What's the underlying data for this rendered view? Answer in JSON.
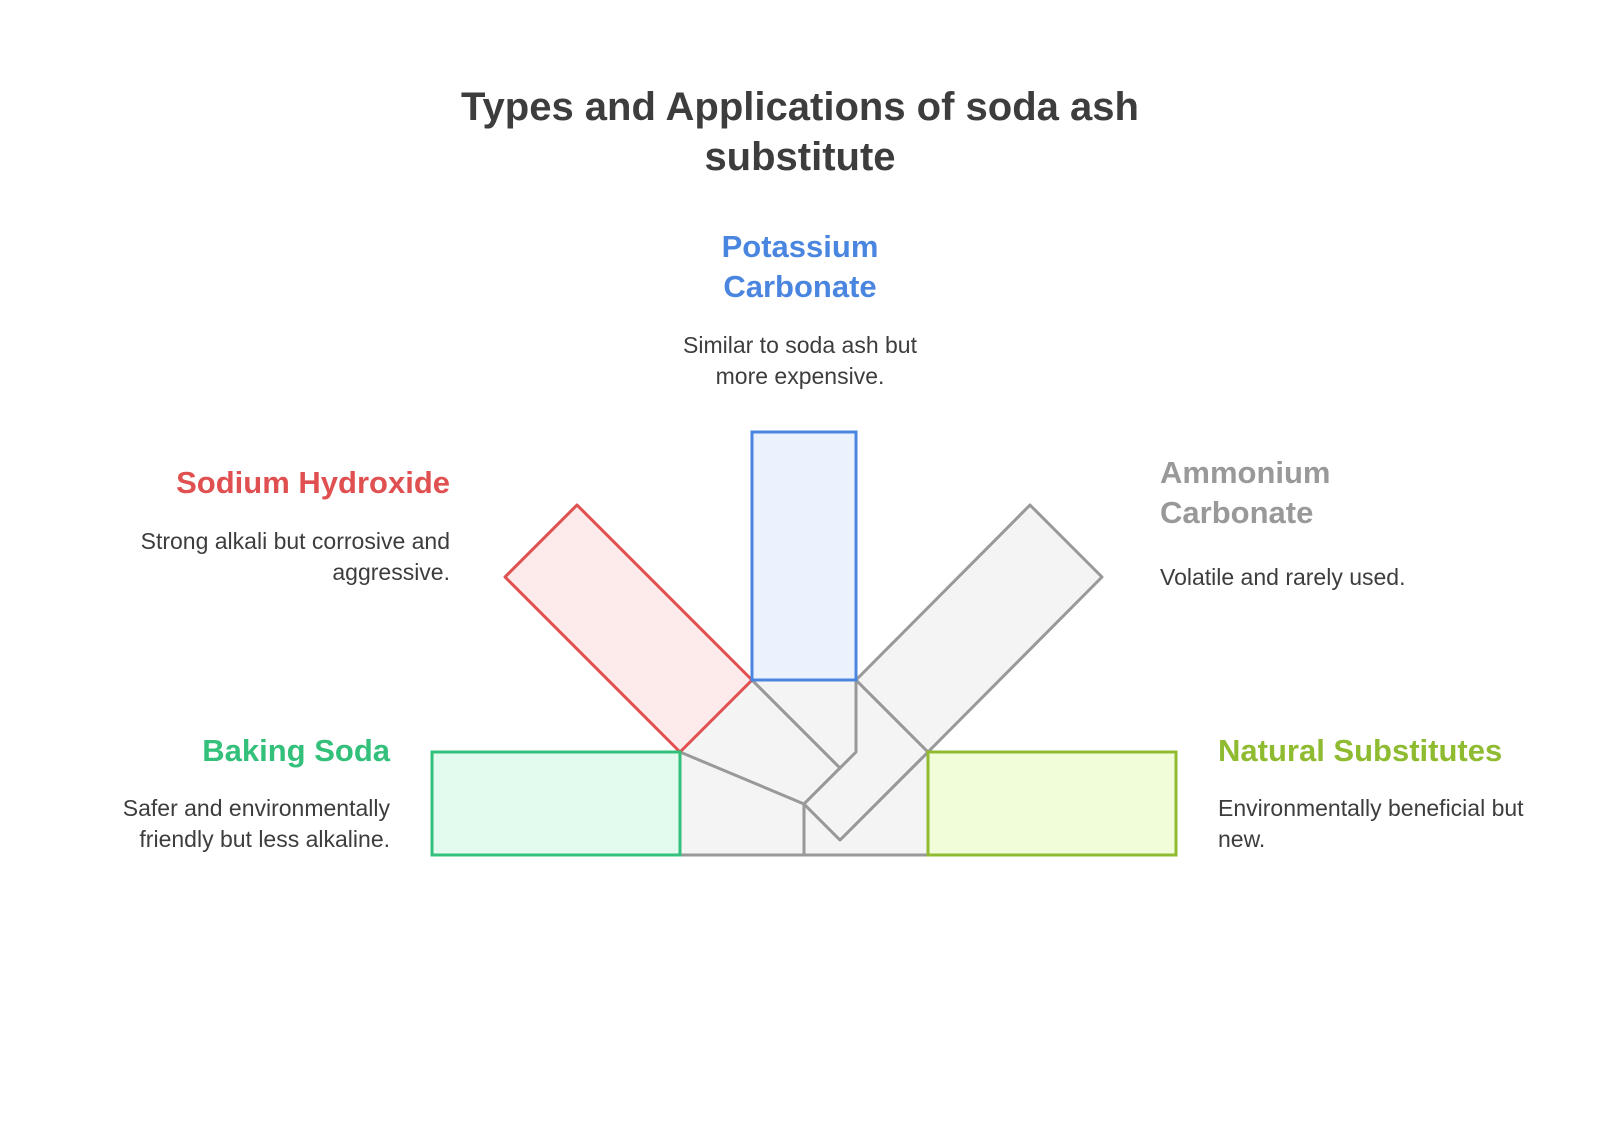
{
  "title": "Types and Applications of soda ash substitute",
  "colors": {
    "text_dark": "#3d3d3d",
    "connector_stroke": "#999999",
    "connector_fill": "#f4f4f4"
  },
  "items": {
    "potassium": {
      "heading": "Potassium Carbonate",
      "description": "Similar to soda ash but more expensive.",
      "color": "#4a86e0",
      "fill": "#ebf2fd"
    },
    "sodium": {
      "heading": "Sodium Hydroxide",
      "description": "Strong alkali but corrosive and aggressive.",
      "color": "#e05050",
      "fill": "#fdeaea"
    },
    "ammonium": {
      "heading": "Ammonium Carbonate",
      "description": "Volatile and rarely used.",
      "color": "#999999",
      "fill": "#f4f4f4"
    },
    "baking": {
      "heading": "Baking Soda",
      "description": "Safer and environmentally friendly but less alkaline.",
      "color": "#33c07a",
      "fill": "#e3fbee"
    },
    "natural": {
      "heading": "Natural Substitutes",
      "description": "Environmentally beneficial but new.",
      "color": "#8ebb30",
      "fill": "#f1fcd9"
    }
  }
}
